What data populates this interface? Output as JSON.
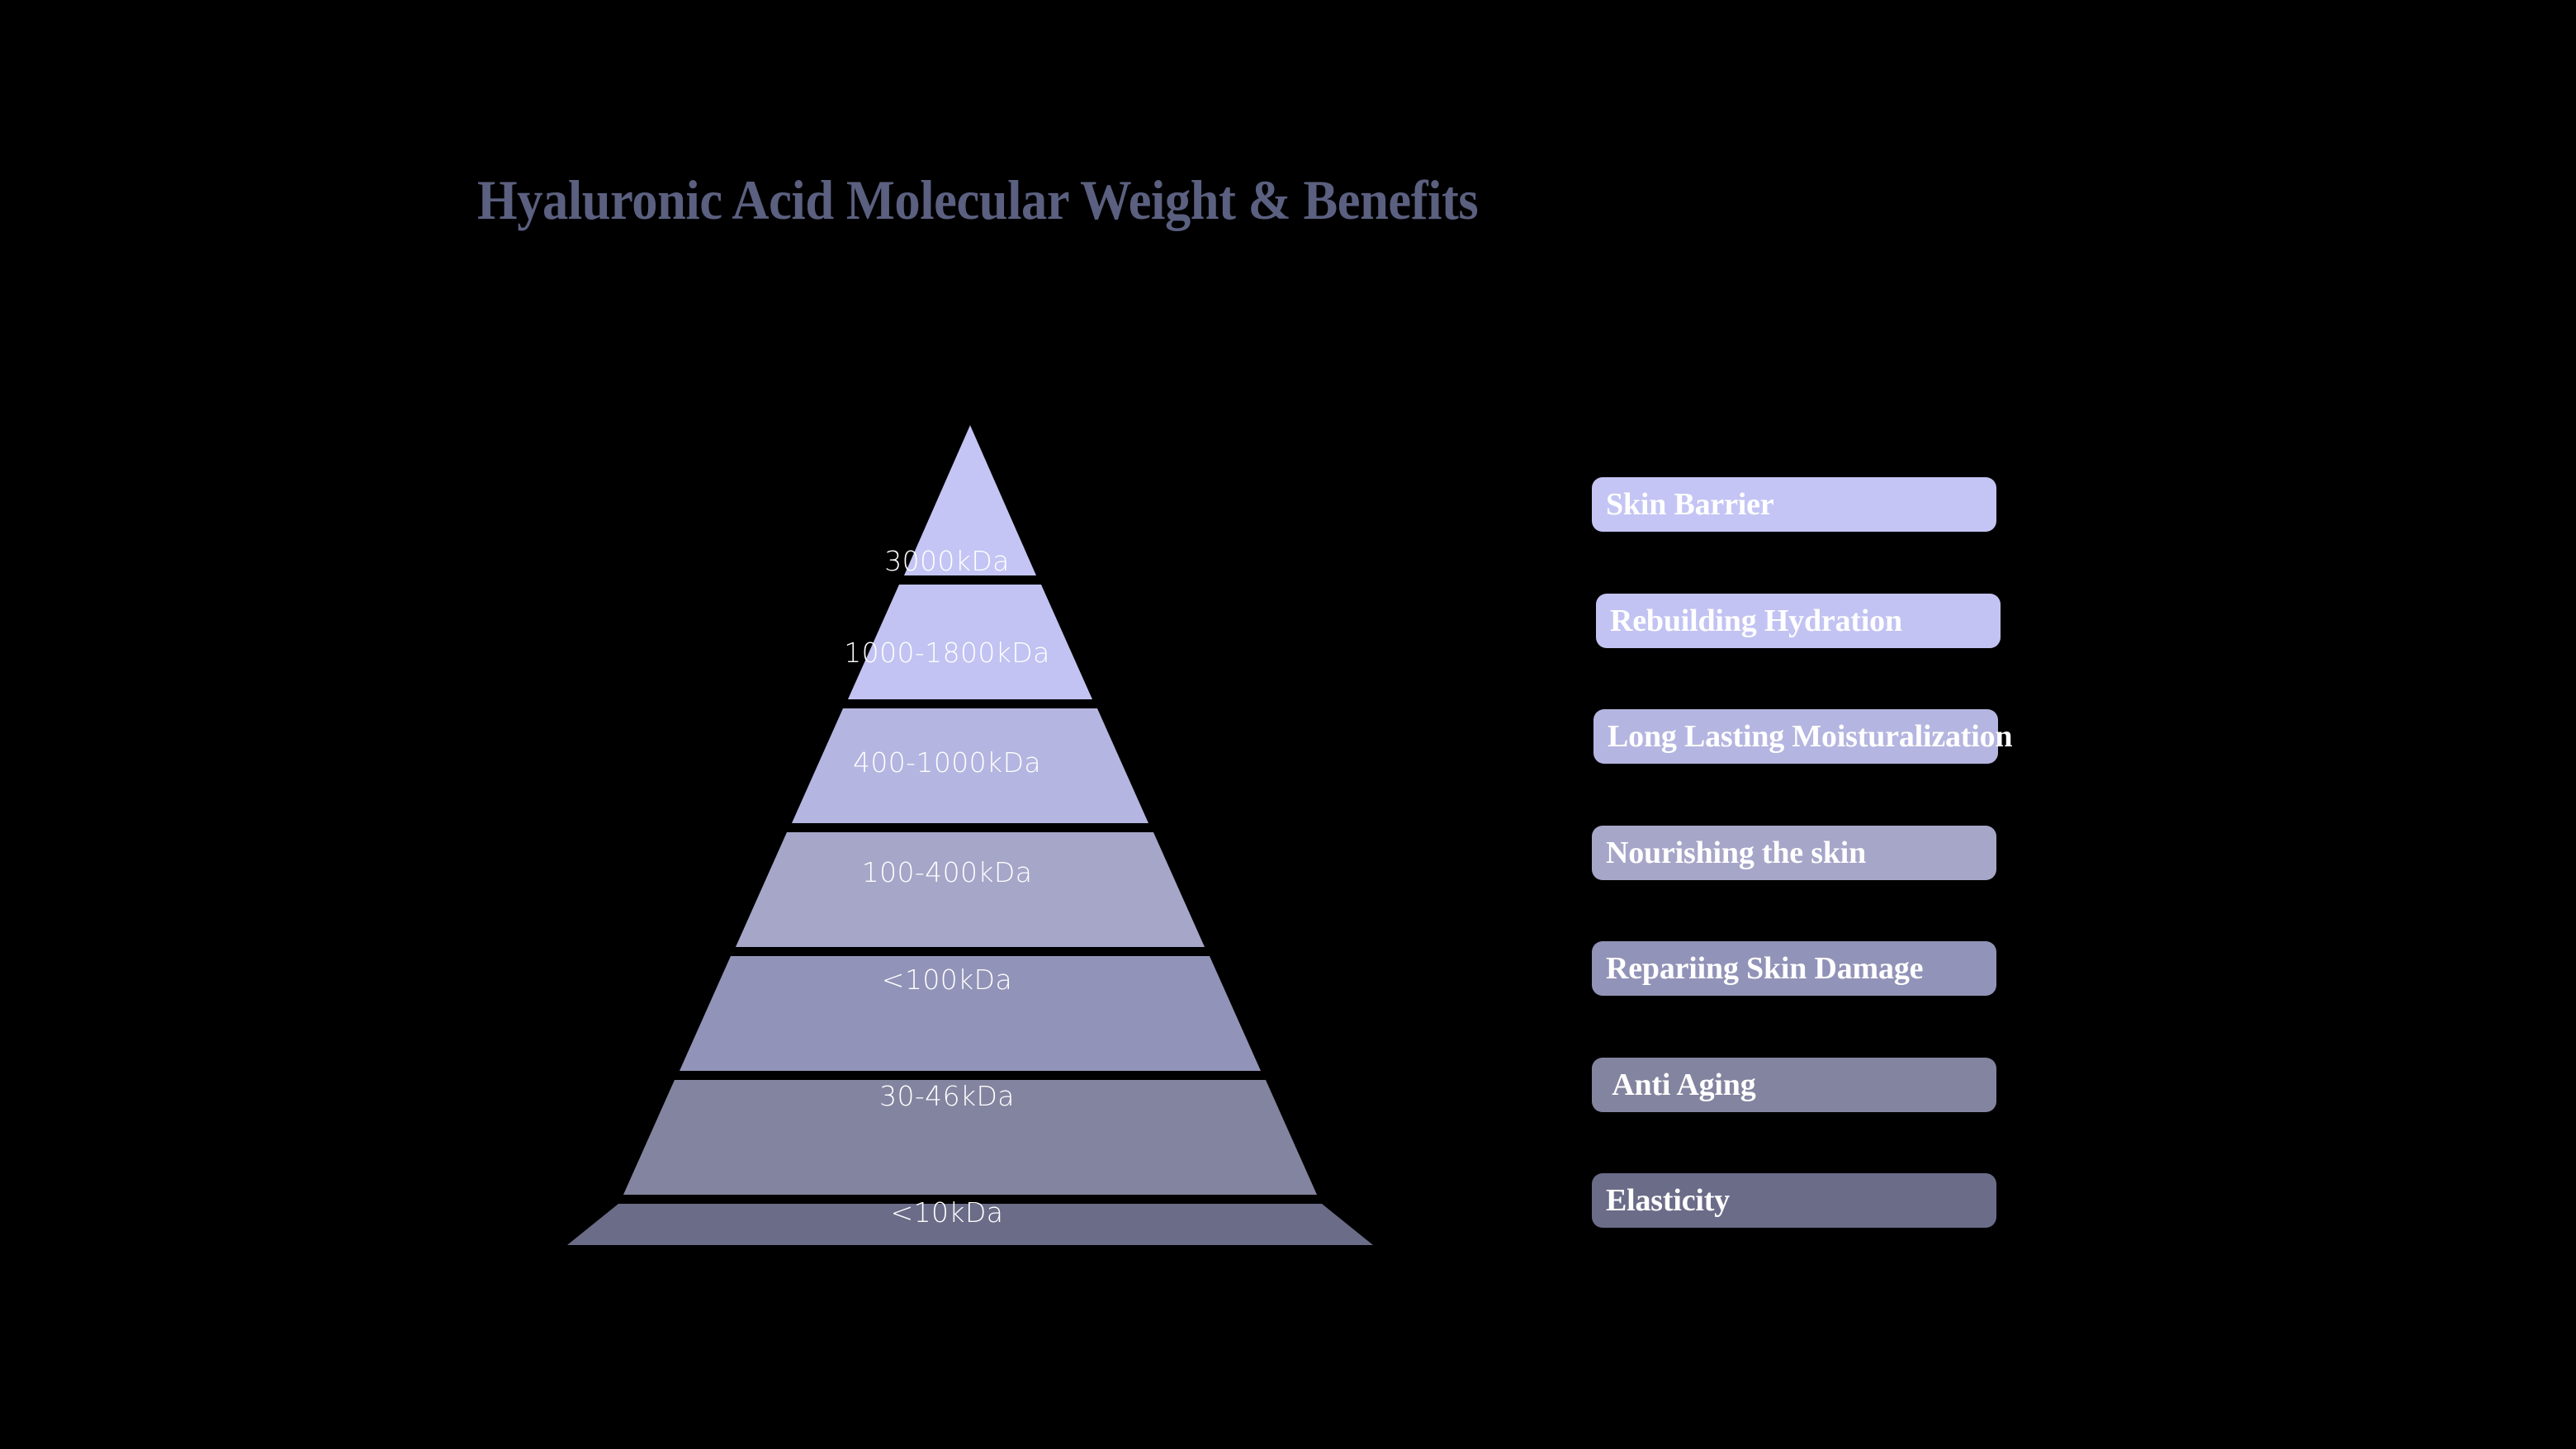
{
  "title": "Hyaluronic Acid Molecular Weight & Benefits",
  "title_color": "#5b6080",
  "background_color": "#000000",
  "chart_data": {
    "type": "pyramid",
    "title": "Hyaluronic Acid Molecular Weight & Benefits",
    "xlabel": "",
    "ylabel": "",
    "legend_position": "right",
    "grid": false,
    "note": "7-tier pyramid; tier 1 is the apex (highest molecular weight), tier 7 is the base (lowest molecular weight). Each tier pairs a molecular-weight range with a skin benefit shown as a pill on the right.",
    "categories": [
      "3000kDa",
      "1000-1800kDa",
      "400-1000kDa",
      "100-400kDa",
      "<100kDa",
      "30-46kDa",
      "<10kDa"
    ],
    "values": [
      "Skin Barrier",
      "Rebuilding Hydration",
      "Long Lasting Moisturalization",
      "Nourishing the skin",
      "Repariing Skin Damage",
      " Anti Aging",
      "Elasticity"
    ],
    "tiers": [
      {
        "weight": "3000kDa",
        "benefit": "Skin Barrier",
        "color": "#c4c5f4"
      },
      {
        "weight": "1000-1800kDa",
        "benefit": "Rebuilding Hydration",
        "color": "#c2c3f2"
      },
      {
        "weight": "400-1000kDa",
        "benefit": "Long Lasting Moisturalization",
        "color": "#b4b5e0"
      },
      {
        "weight": "100-400kDa",
        "benefit": "Nourishing the skin",
        "color": "#a5a6c8"
      },
      {
        "weight": "<100kDa",
        "benefit": "Repariing Skin Damage",
        "color": "#9293b8"
      },
      {
        "weight": "30-46kDa",
        "benefit": " Anti Aging",
        "color": "#83849f"
      },
      {
        "weight": "<10kDa",
        "benefit": "Elasticity",
        "color": "#6b6c88"
      }
    ]
  }
}
